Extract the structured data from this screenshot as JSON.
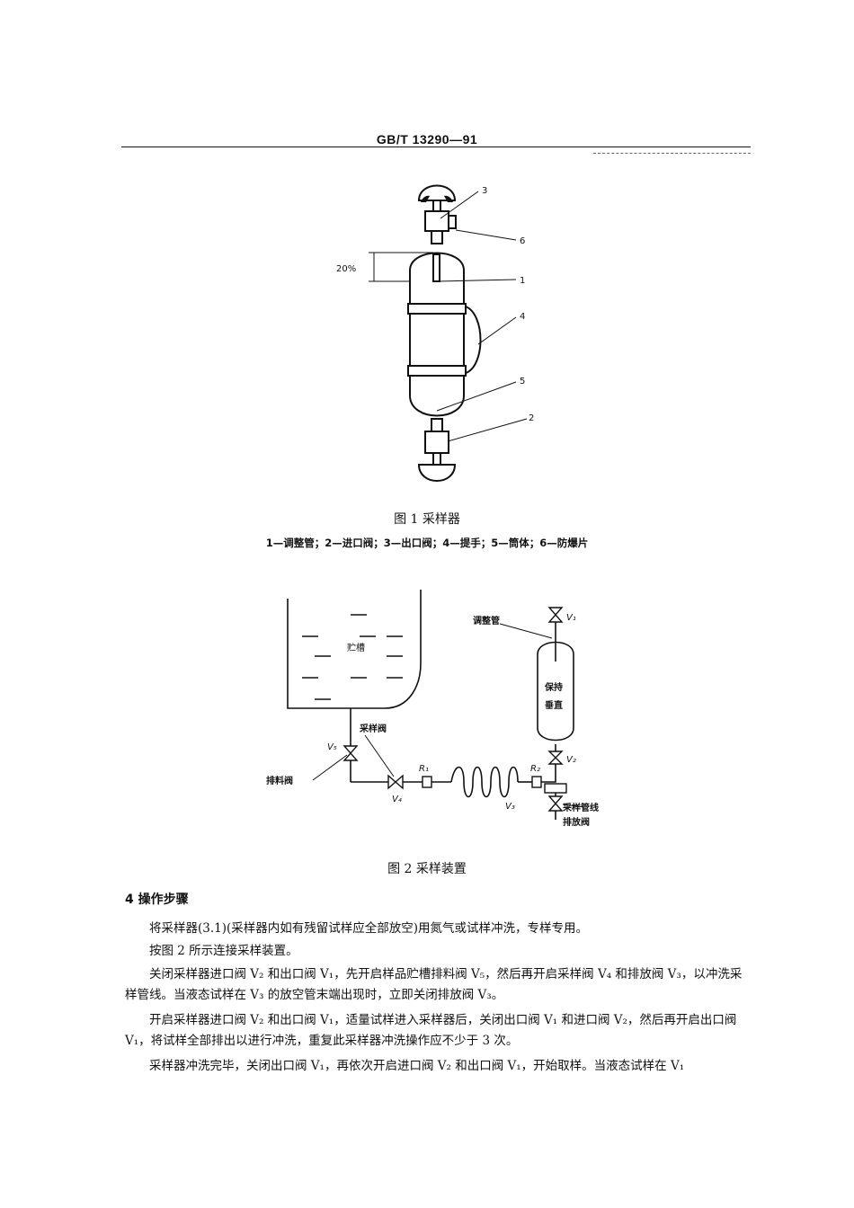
{
  "header": {
    "standard_number": "GB/T 13290—91"
  },
  "figure1": {
    "percent_label": "20%",
    "callouts": [
      "3",
      "6",
      "1",
      "4",
      "5",
      "2"
    ],
    "caption": "图 1   采样器",
    "legend": "1—调整管；2—进口阀；3—出口阀；4—提手；5—筒体；6—防爆片"
  },
  "figure2": {
    "tank_label": "贮槽",
    "valve_v5": "V₅",
    "drain_valve_label": "排料阀",
    "sampling_valve_label": "采样阀",
    "valve_v4": "V₄",
    "r1": "R₁",
    "r2": "R₂",
    "adjust_tube_label": "调整管",
    "valve_v1": "V₁",
    "keep_vertical_1": "保持",
    "keep_vertical_2": "垂直",
    "valve_v2": "V₂",
    "valve_v3": "V₃",
    "line_drain_label_1": "采样管线",
    "line_drain_label_2": "排放阀",
    "caption": "图 2   采样装置"
  },
  "section": {
    "heading": "4   操作步骤",
    "paragraphs": [
      "　　将采样器(3.1)(采样器内如有残留试样应全部放空)用氮气或试样冲洗，专样专用。",
      "　　按图 2 所示连接采样装置。",
      "　　关闭采样器进口阀 V₂ 和出口阀 V₁，先开启样品贮槽排料阀 V₅，然后再开启采样阀 V₄ 和排放阀 V₃，以冲洗采样管线。当液态试样在 V₃ 的放空管末端出现时，立即关闭排放阀 V₃。",
      "　　开启采样器进口阀 V₂ 和出口阀 V₁，适量试样进入采样器后，关闭出口阀 V₁ 和进口阀 V₂，然后再开启出口阀 V₁，将试样全部排出以进行冲洗，重复此采样器冲洗操作应不少于 3 次。",
      "　　采样器冲洗完毕，关闭出口阀 V₁，再依次开启进口阀 V₂ 和出口阀 V₁，开始取样。当液态试样在 V₁"
    ]
  }
}
